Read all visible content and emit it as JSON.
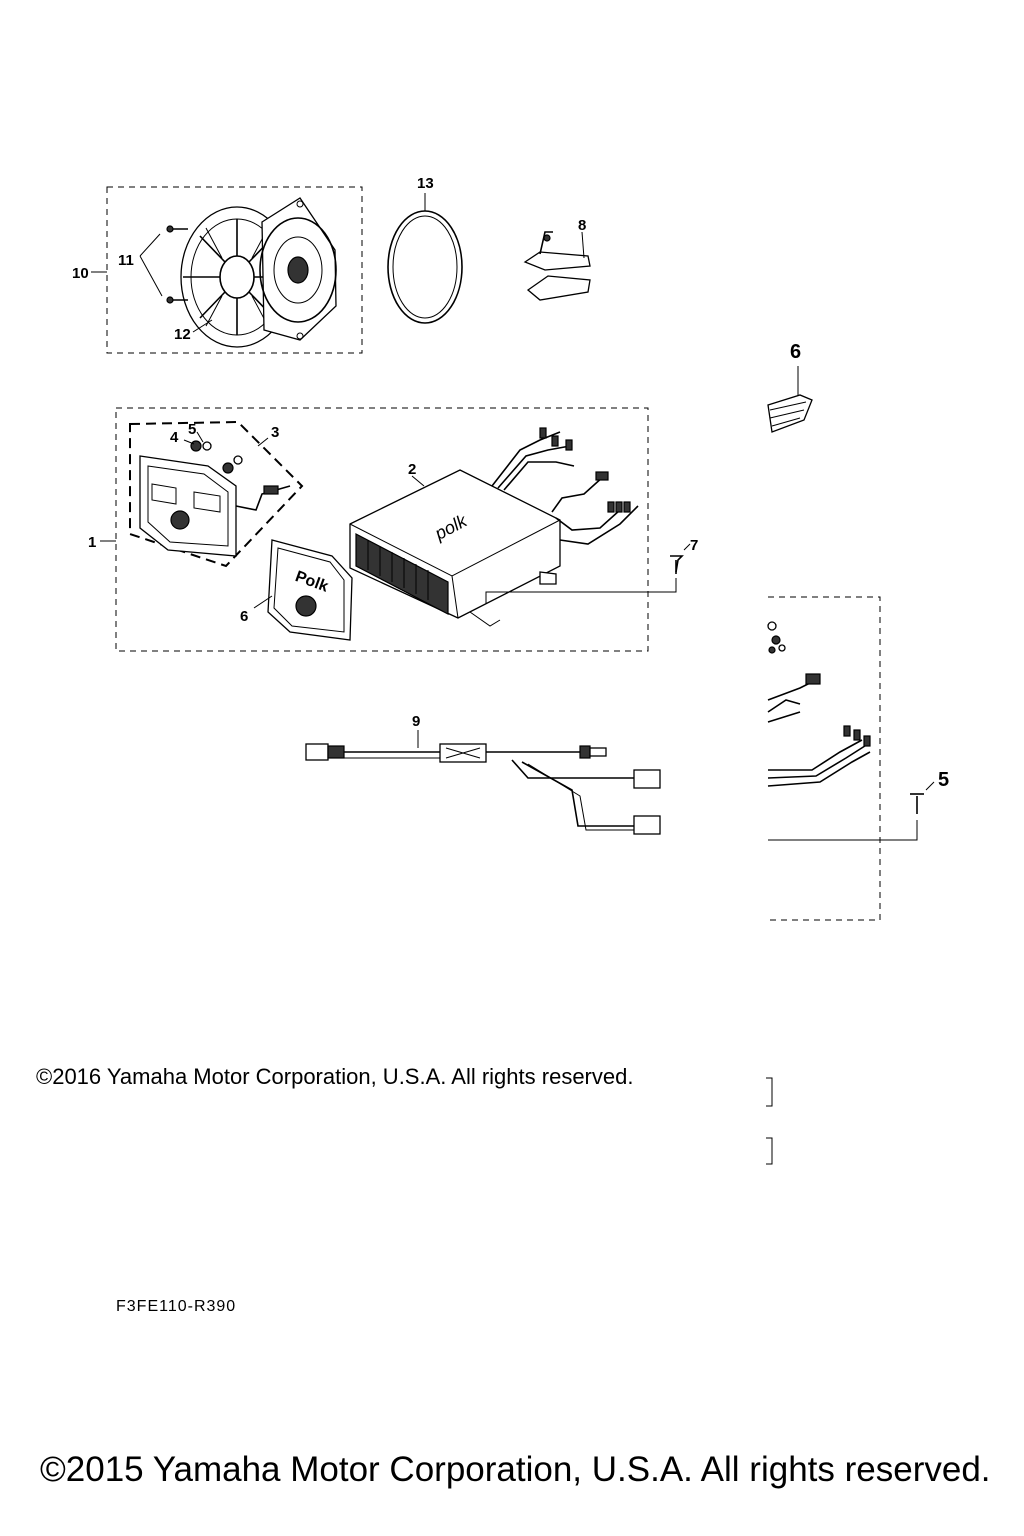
{
  "callouts": {
    "c1": "1",
    "c2": "2",
    "c3": "3",
    "c4": "4",
    "c5": "5",
    "c6": "6",
    "c7": "7",
    "c8": "8",
    "c9": "9",
    "c10": "10",
    "c11": "11",
    "c12": "12",
    "c13": "13",
    "c6_inset": "6",
    "c5_inset": "5"
  },
  "brand_marks": [
    "polk",
    "Polk"
  ],
  "copyright_2016": "©2016 Yamaha Motor Corporation, U.S.A. All rights reserved.",
  "drawing_code": "F3FE110-R390",
  "copyright_2015": "©2015 Yamaha Motor Corporation, U.S.A. All rights reserved."
}
